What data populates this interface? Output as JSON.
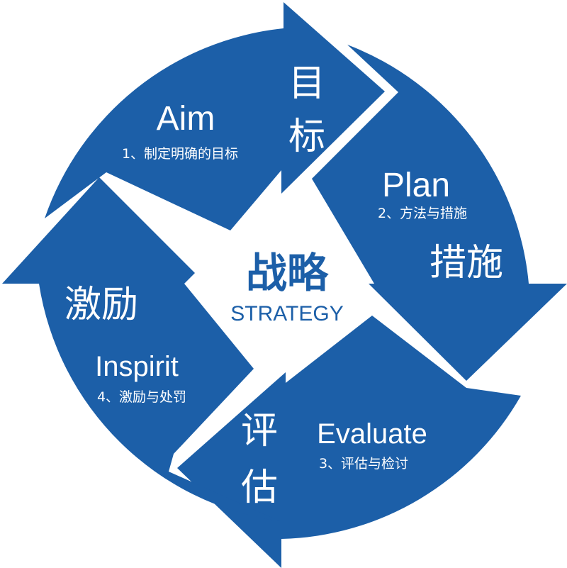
{
  "center": {
    "title": "战略",
    "subtitle": "STRATEGY"
  },
  "stages": {
    "aim": {
      "english": "Aim",
      "description": "1、制定明确的目标",
      "chinese_line1": "目",
      "chinese_line2": "标"
    },
    "plan": {
      "english": "Plan",
      "description": "2、方法与措施",
      "chinese": "措施"
    },
    "evaluate": {
      "english": "Evaluate",
      "description": "3、评估与检讨",
      "chinese_line1": "评",
      "chinese_line2": "估"
    },
    "inspirit": {
      "english": "Inspirit",
      "description": "4、激励与处罚",
      "chinese": "激励"
    }
  },
  "colors": {
    "arrow_fill": "#1c5fa8",
    "center_text": "#1c5fa8",
    "arrow_text": "#ffffff",
    "background": "#ffffff"
  }
}
